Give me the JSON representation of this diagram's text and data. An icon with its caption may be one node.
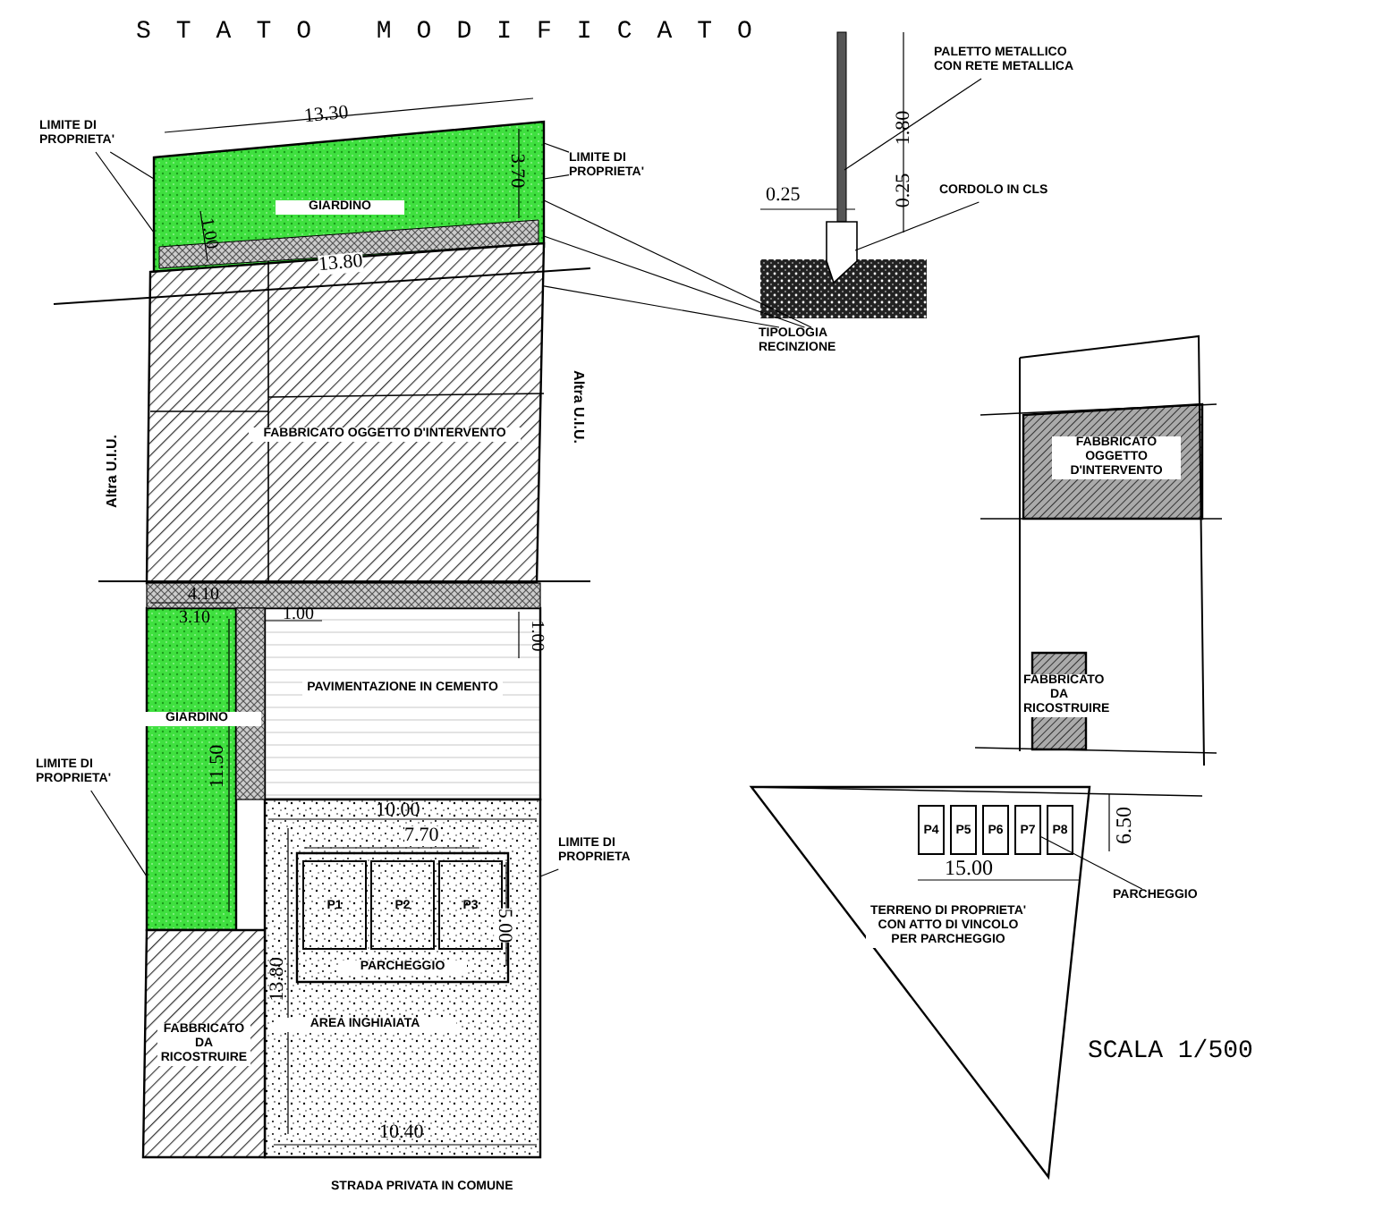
{
  "diagram": {
    "title": "STATO MODIFICATO",
    "nodes": [
      {
        "text": [
          "LIMITE DI PROPRIETA'"
        ]
      },
      {
        "text": [
          "LIMITE DI PROPRIETA'"
        ]
      },
      {
        "text": [
          "GIARDINO"
        ]
      },
      {
        "text": [
          "FABBRICATO OGGETTO D'INTERVENTO"
        ]
      },
      {
        "text": [
          "PALETTO METALLICO CON RETE METALLICA"
        ]
      },
      {
        "text": [
          "CORDOLO IN CLS"
        ]
      },
      {
        "text": [
          "TIPOLOGIA RECINZIONE"
        ]
      },
      {
        "text": [
          "FABBRICATO OGGETTO D'INTERVENTO"
        ]
      },
      {
        "text": [
          "FABBRICATO DA RICOSTRUIRE"
        ]
      },
      {
        "text": [
          "LIMITE DI PROPRIETA'"
        ]
      },
      {
        "text": [
          "GIARDINO"
        ]
      },
      {
        "text": [
          "PAVIMENTAZIONE IN CEMENTO"
        ]
      },
      {
        "text": [
          "AREA INGHIAIATA"
        ]
      },
      {
        "text": [
          "PARCHEGGIO"
        ],
        "in": 12
      },
      {
        "text": [
          "P1"
        ],
        "in": 13
      },
      {
        "text": [
          "P2"
        ],
        "in": 13
      },
      {
        "text": [
          "P3"
        ],
        "in": 13
      },
      {
        "text": [
          "LIMITE DI PROPRIETA"
        ]
      },
      {
        "text": [
          "FABBRICATO DA RICOSTRUIRE"
        ]
      },
      {
        "text": [
          "TERRENO DI PROPRIETA' CON ATTO DI VINCOLO PER PARCHEGGIO"
        ]
      },
      {
        "text": [
          "P4"
        ],
        "in": 19
      },
      {
        "text": [
          "P5"
        ],
        "in": 19
      },
      {
        "text": [
          "P6"
        ],
        "in": 19
      },
      {
        "text": [
          "P7"
        ],
        "in": 19
      },
      {
        "text": [
          "P8"
        ],
        "in": 19
      },
      {
        "text": [
          "PARCHEGGIO"
        ]
      }
    ],
    "edges": [
      {
        "from": 0,
        "to": 2,
        "arrow": "none"
      },
      {
        "from": 0,
        "to": 2,
        "arrow": "none"
      },
      {
        "from": 1,
        "to": 2,
        "arrow": "none"
      },
      {
        "from": 1,
        "to": 2,
        "arrow": "none"
      },
      {
        "from": 6,
        "to": 2,
        "arrow": "none"
      },
      {
        "from": 6,
        "to": 2,
        "arrow": "none"
      },
      {
        "from": 6,
        "to": 3,
        "arrow": "none"
      },
      {
        "from": 4,
        "to": null,
        "arrow": "none"
      },
      {
        "from": 5,
        "to": null,
        "arrow": "none"
      },
      {
        "from": 9,
        "to": 10,
        "arrow": "none"
      },
      {
        "from": 17,
        "to": 12,
        "arrow": "none"
      },
      {
        "from": 25,
        "to": 23,
        "arrow": "none"
      }
    ],
    "labels": [
      "13.30",
      "3.70",
      "1.00",
      "13.80",
      "Altra U.I.U.",
      "Altra U.I.U.",
      "1.80",
      "0.25",
      "0.25",
      "4.10",
      "3.10",
      "1.00",
      "1.00",
      "11.50",
      "10.00",
      "7.70",
      "5.00",
      "13.80",
      "6.50",
      "15.00",
      "10.40",
      "STRADA PRIVATA IN COMUNE",
      "SCALA 1/500"
    ]
  }
}
